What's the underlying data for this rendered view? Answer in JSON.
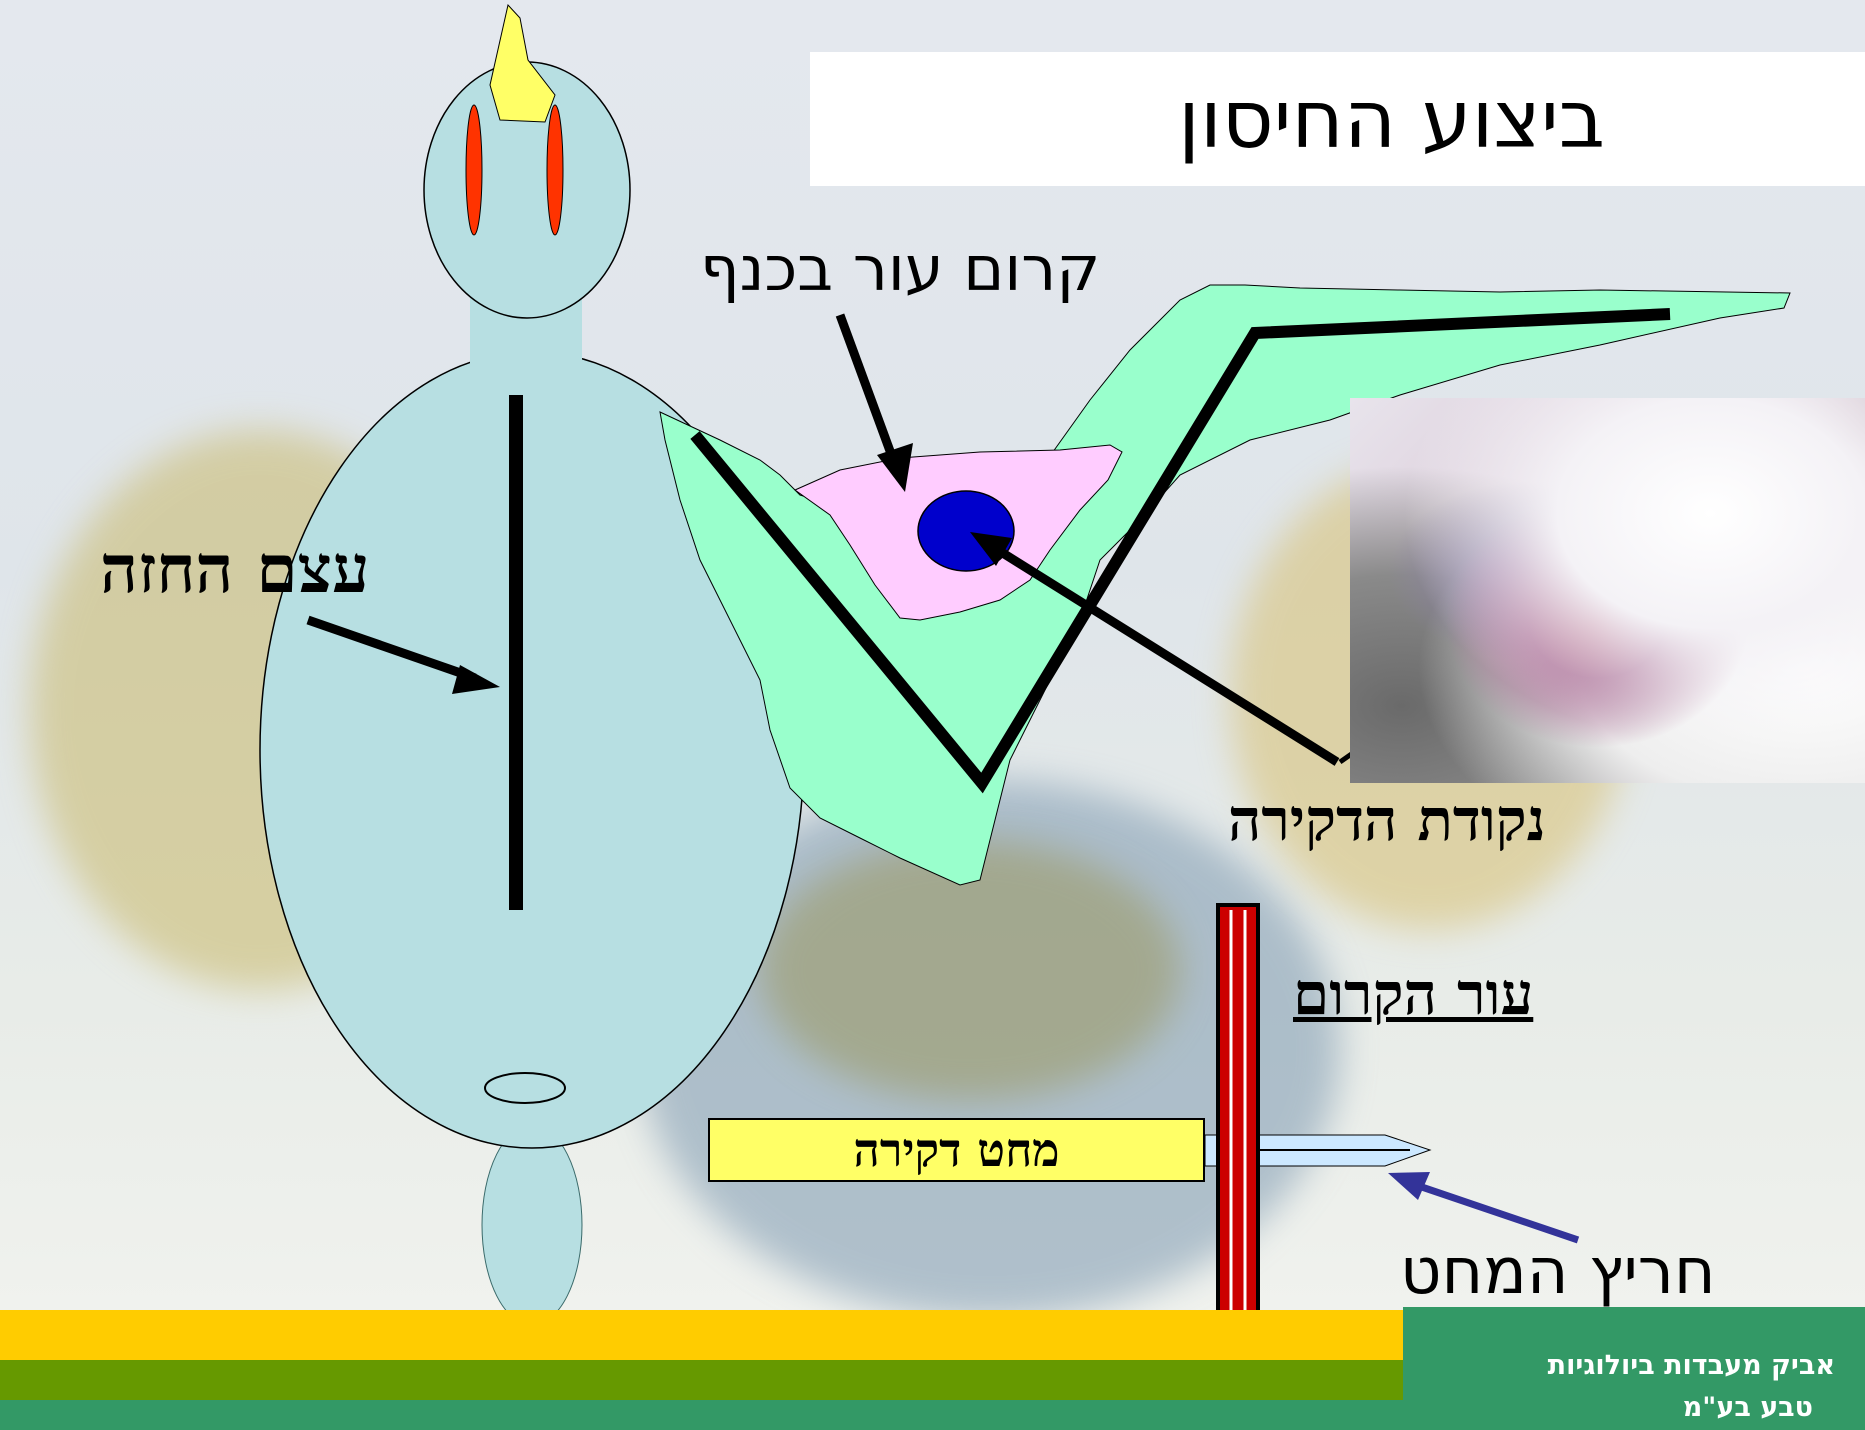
{
  "title": "ביצוע החיסון",
  "labels": {
    "wing_web_skin": "קרום עור בכנף",
    "breast_bone": "עצם החזה",
    "injection_point": "נקודת הדקירה",
    "web_skin": "עור הקרום",
    "injection_needle": "מחט דקירה",
    "needle_groove": "חריץ המחט"
  },
  "footer": {
    "line1": "אביק מעבדות ביולוגיות",
    "line2": "טבע בע\"מ"
  },
  "colors": {
    "body": "#b7dfe2",
    "wing": "#99ffcc",
    "web": "#ffccff",
    "injection_dot": "#0000cc",
    "comb": "#ff3300",
    "beak": "#ffff66",
    "needle_handle": "#ffff66",
    "footer_green": "#339966",
    "footer_yellow": "#ffcc00"
  }
}
